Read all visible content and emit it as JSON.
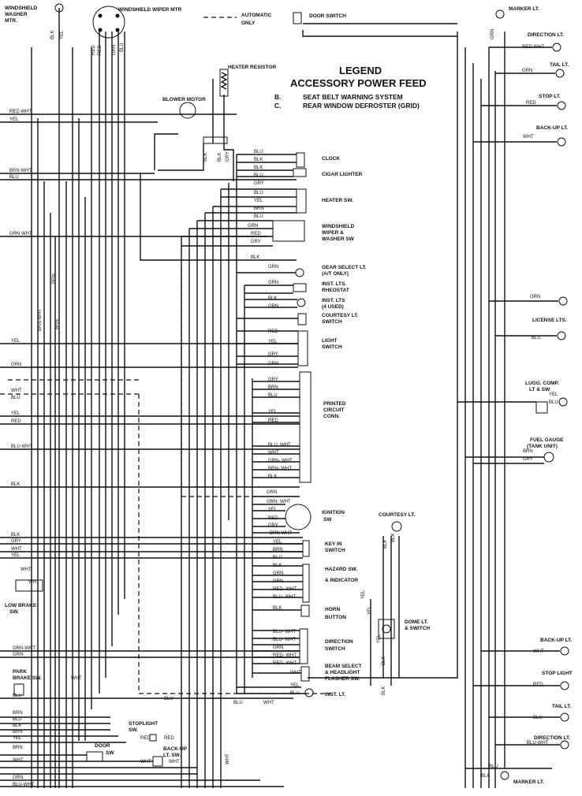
{
  "legend": {
    "title_1": "LEGEND",
    "title_2": "ACCESSORY POWER FEED",
    "item_b_key": "B.",
    "item_b": "SEAT BELT WARNING SYSTEM",
    "item_c_key": "C.",
    "item_c": "REAR WINDOW DEFROSTER (GRID)",
    "automatic_1": "AUTOMATIC",
    "automatic_2": "ONLY"
  },
  "components": {
    "washer_1": "WINDSHIELD",
    "washer_2": "WASHER",
    "washer_3": "MTR.",
    "wiper_mtr": "WINDSHIELD WIPER MTR",
    "door_switch_top": "DOOR SWITCH",
    "heater_resistor": "HEATER RESISTOR",
    "blower_motor": "BLOWER MOTOR",
    "clock": "CLOCK",
    "cigar": "CIGAR LIGHTER",
    "heater_sw": "HEATER SW.",
    "wiper_sw_1": "WINDSHIELD",
    "wiper_sw_2": "WIPER &",
    "wiper_sw_3": "WASHER SW",
    "gear_1": "GEAR SELECT LT.",
    "gear_2": "(A/T ONLY)",
    "rheostat_1": "INST. LTS.",
    "rheostat_2": "RHEOSTAT",
    "instlts_1": "INST. LTS",
    "instlts_2": "(4 USED)",
    "courtesy_sw_1": "COURTESY LT.",
    "courtesy_sw_2": "SWITCH",
    "light_sw_1": "LIGHT",
    "light_sw_2": "SWITCH",
    "pcb_1": "PRINTED",
    "pcb_2": "CIRCUIT",
    "pcb_3": "CONN.",
    "ignition_1": "IGNITION",
    "ignition_2": "SW",
    "courtesy_lt": "COURTESY LT.",
    "keyin_1": "KEY IN",
    "keyin_2": "SWITCH",
    "hazard_1": "HAZARD SW.",
    "hazard_2": "& INDICATOR",
    "horn_1": "HORN",
    "horn_2": "BUTTON",
    "dome_1": "DOME LT.",
    "dome_2": "& SWITCH",
    "direction_sw_1": "DIRECTION",
    "direction_sw_2": "SWITCH",
    "beam_1": "BEAM SELECT",
    "beam_2": "& HEADLIGHT",
    "beam_3": "FLASHER SW.",
    "inst_lt": "INST. LT.",
    "low_brake_1": "LOW BRAKE",
    "low_brake_2": "SW.",
    "park_brake_1": "PARK",
    "park_brake_2": "BRAKE SW.",
    "stoplight_sw_1": "STOPLIGHT",
    "stoplight_sw_2": "SW.",
    "door_sw_1": "DOOR",
    "door_sw_2": "SW",
    "backup_sw_1": "BACK-UP",
    "backup_sw_2": "LT. SW.",
    "marker_top": "MARKER LT.",
    "direction_top": "DIRECTION LT.",
    "tail_top": "TAIL LT.",
    "stop_top": "STOP LT.",
    "backup_top": "BACK-UP LT.",
    "license": "LICENSE LTS.",
    "lugg_1": "LUGG. COMP.",
    "lugg_2": "LT & SW",
    "fuel_1": "FUEL GAUGE",
    "fuel_2": "(TANK UNIT)",
    "backup_bot": "BACK-UP LT.",
    "stop_bot": "STOP LIGHT",
    "tail_bot": "TAIL LT.",
    "direction_bot": "DIRECTION LT.",
    "marker_bot": "MARKER LT."
  },
  "wires": {
    "left": [
      "RED WHT",
      "YEL",
      "BRN WHT",
      "BLU",
      "GRN WHT",
      "YEL",
      "GRN",
      "WHT",
      "BLU",
      "YEL",
      "RED",
      "BLU-WHT",
      "BLK",
      "BLK",
      "GRY",
      "WHT",
      "YEL",
      "WHT",
      "WHT",
      "GRN-WHT",
      "GRN",
      "WHT",
      "BLU",
      "BRN",
      "BLU",
      "BLK",
      "BRN",
      "YEL",
      "BRN",
      "WHT",
      "GRN",
      "BLU-WHT"
    ],
    "vertical_top": [
      "BLK",
      "YEL",
      "RED",
      "RED",
      "GRN",
      "BLU",
      "BLK",
      "BLK",
      "GRY",
      "BRN",
      "BRN",
      "BRN-WHT",
      "YEL",
      "WHT"
    ],
    "center": [
      "BLU",
      "BLK",
      "BLK",
      "BLU",
      "GRY",
      "BLU",
      "YEL",
      "BRN",
      "BLU",
      "GRN",
      "RED",
      "GRY",
      "BLK",
      "GRN",
      "GRN",
      "BLK",
      "GRN",
      "RED",
      "YEL",
      "GRY",
      "GRN",
      "GRY",
      "BRN",
      "BLU",
      "YEL",
      "RED",
      "BLU. WHT",
      "WHT",
      "GRN- WHT",
      "BRN- WHT",
      "BLK",
      "GRN",
      "GRN- WHT",
      "YEL",
      "RED",
      "GRY",
      "BRN WHT",
      "YEL",
      "BRN",
      "BLU",
      "BLK",
      "GRN",
      "GRN",
      "RED- WHT",
      "BLU- WHT",
      "BLK",
      "BLU- WHT",
      "BLU- WHT",
      "GRN",
      "RED- WHT",
      "RED- WHT",
      "WHT",
      "YEL",
      "BLU",
      "BLU",
      "BLU",
      "WHT",
      "BLK",
      "BLK",
      "BLK",
      "YEL",
      "BLK",
      "YEL",
      "RED",
      "RED",
      "WHT",
      "WHT"
    ],
    "right": [
      "GRN",
      "RED-WHT",
      "GRN",
      "RED",
      "WHT",
      "GRN",
      "BLU",
      "YEL",
      "BLU",
      "BRN",
      "GRY",
      "WHT",
      "RED",
      "BLU",
      "BLU-WHT",
      "BLU",
      "BLK"
    ]
  }
}
